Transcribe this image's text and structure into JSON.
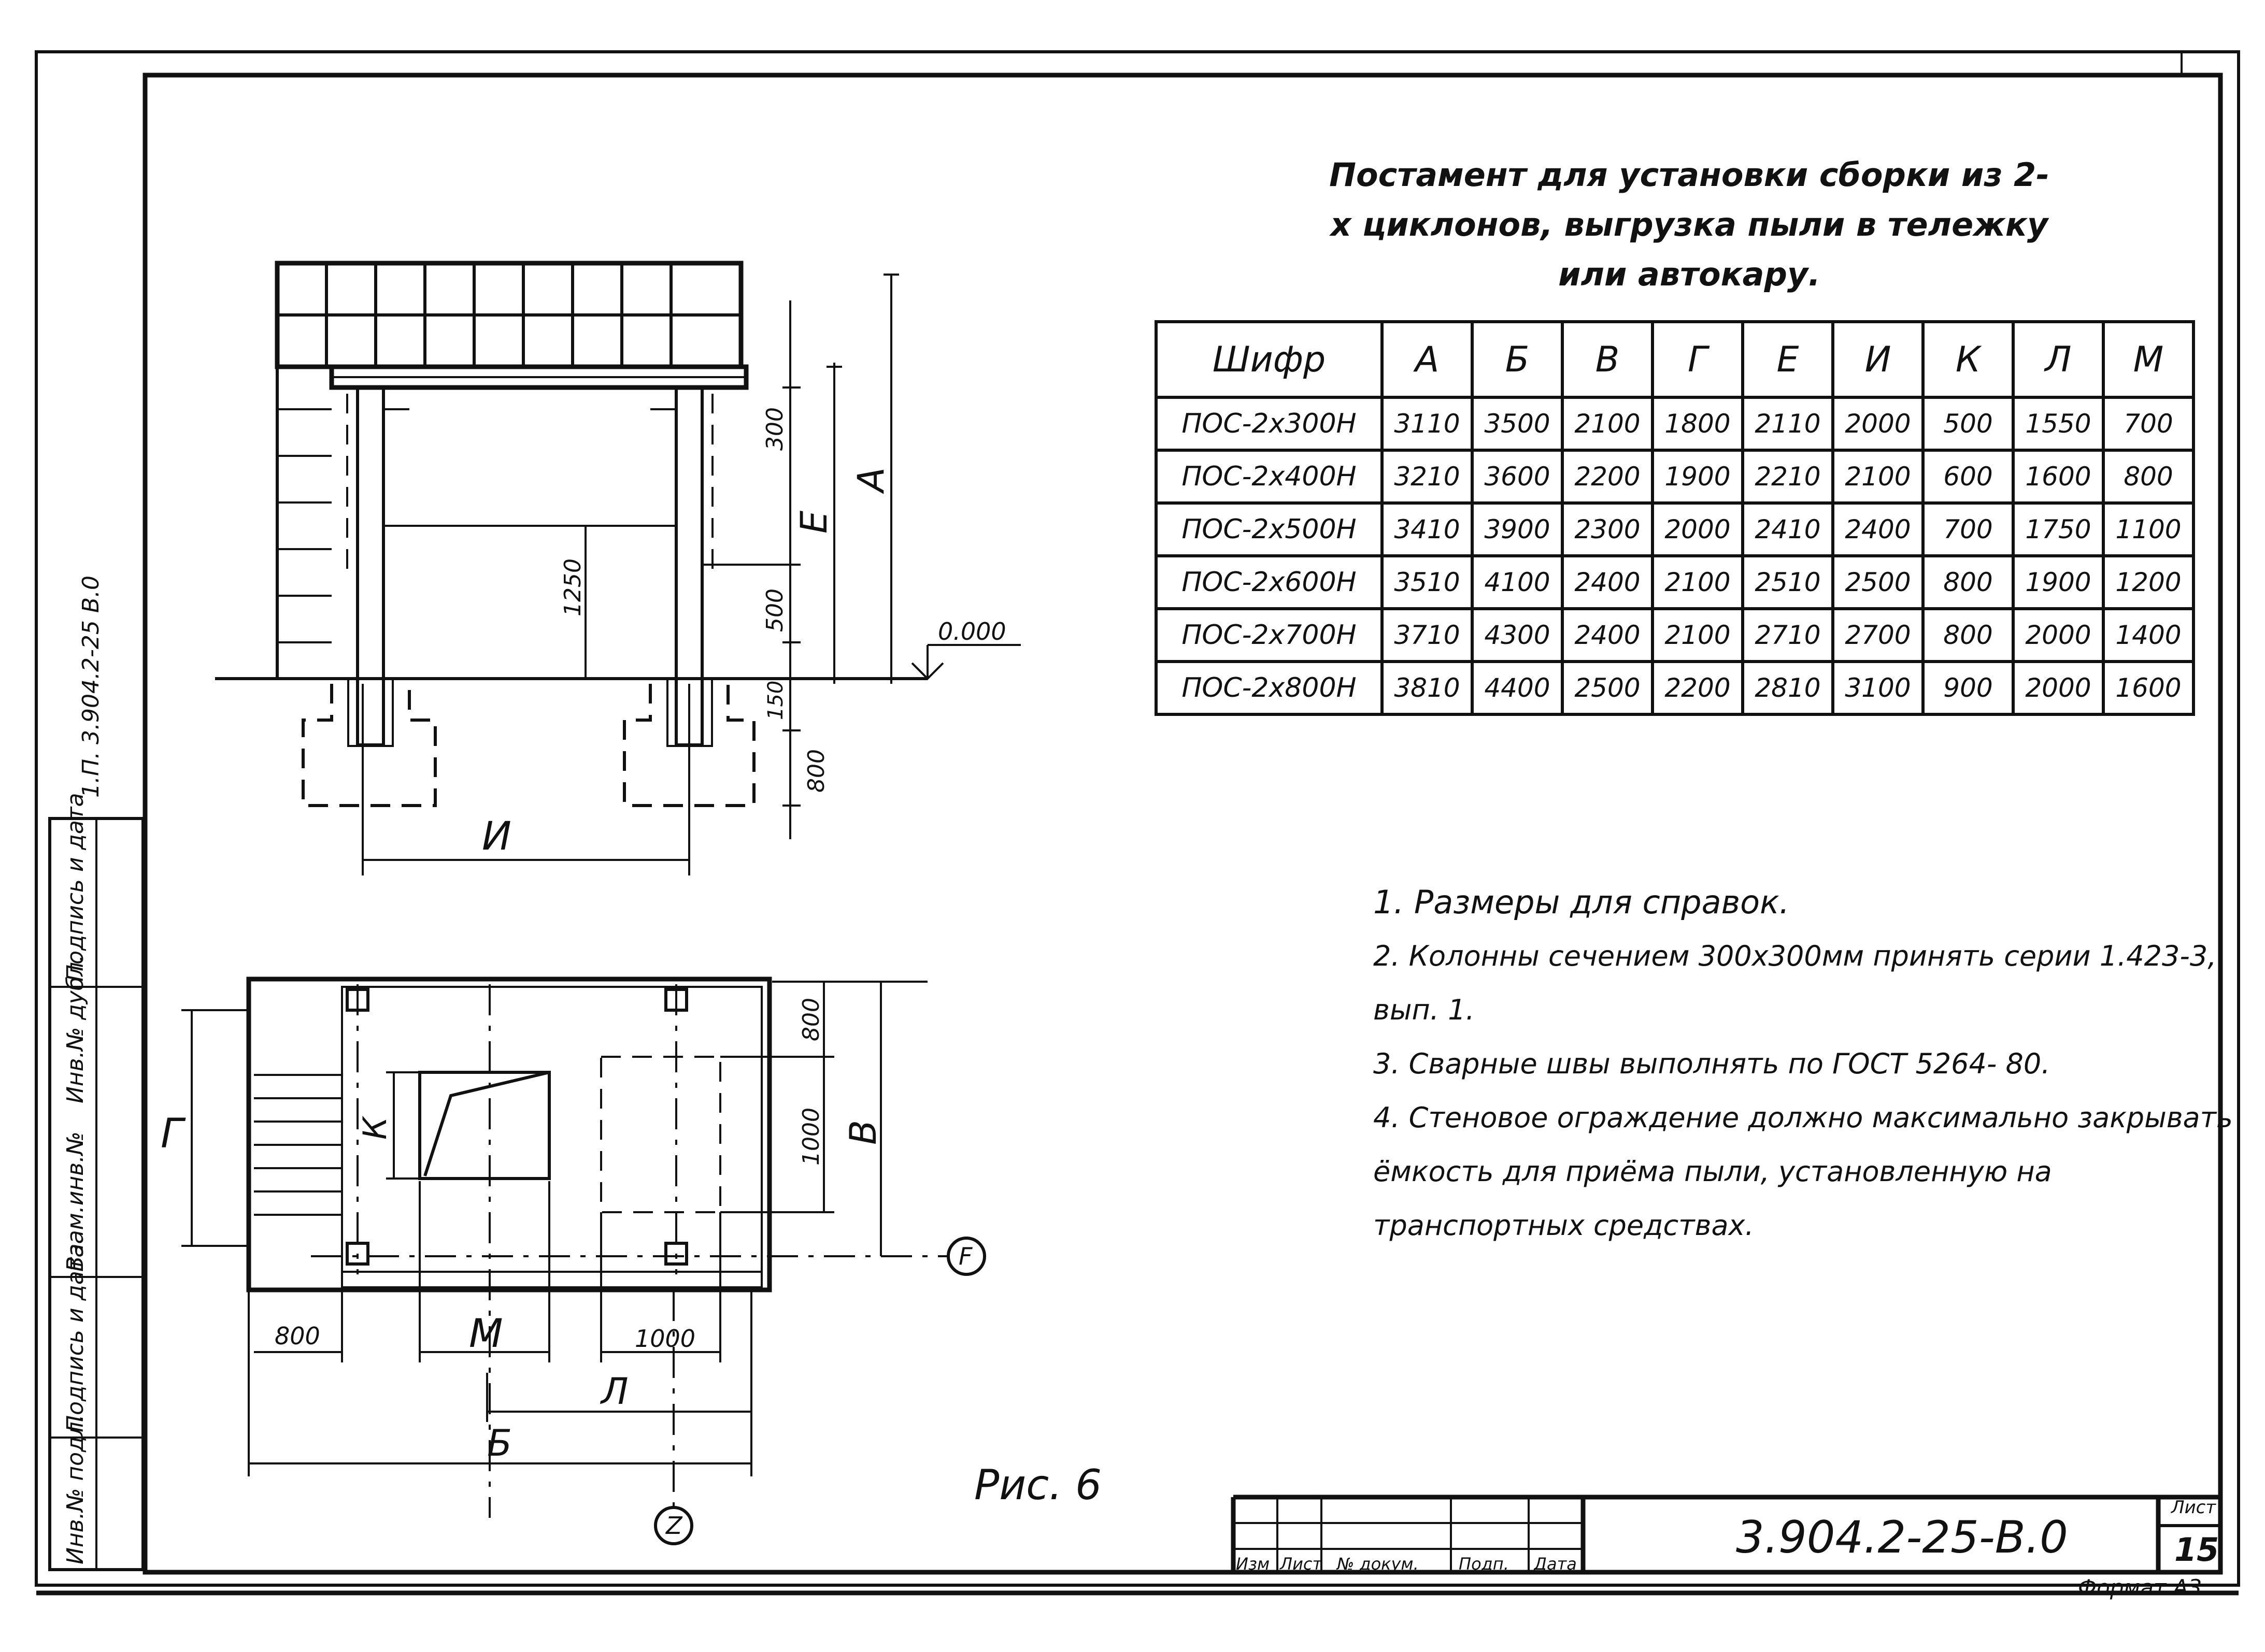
{
  "title": "Постамент для установки сборки из 2- х циклонов, выгрузка пыли в тележку или автокару.",
  "table": {
    "headers": [
      "Шифр",
      "А",
      "Б",
      "В",
      "Г",
      "Е",
      "И",
      "К",
      "Л",
      "М"
    ],
    "rows": [
      [
        "ПОС-2х300Н",
        "3110",
        "3500",
        "2100",
        "1800",
        "2110",
        "2000",
        "500",
        "1550",
        "700"
      ],
      [
        "ПОС-2х400Н",
        "3210",
        "3600",
        "2200",
        "1900",
        "2210",
        "2100",
        "600",
        "1600",
        "800"
      ],
      [
        "ПОС-2х500Н",
        "3410",
        "3900",
        "2300",
        "2000",
        "2410",
        "2400",
        "700",
        "1750",
        "1100"
      ],
      [
        "ПОС-2х600Н",
        "3510",
        "4100",
        "2400",
        "2100",
        "2510",
        "2500",
        "800",
        "1900",
        "1200"
      ],
      [
        "ПОС-2х700Н",
        "3710",
        "4300",
        "2400",
        "2100",
        "2710",
        "2700",
        "800",
        "2000",
        "1400"
      ],
      [
        "ПОС-2х800Н",
        "3810",
        "4400",
        "2500",
        "2200",
        "2810",
        "3100",
        "900",
        "2000",
        "1600"
      ]
    ]
  },
  "notes": [
    "1. Размеры для справок.",
    "2. Колонны сечением 300х300мм принять серии 1.423-3, вып. 1.",
    "3. Сварные швы выполнять по ГОСТ 5264- 80.",
    "4. Стеновое ограждение должно максимально закрывать ёмкость для приёма пыли, установленную на транспортных средствах."
  ],
  "elevation": {
    "dims": {
      "d300": "300",
      "d1250": "1250",
      "d500": "500",
      "d150": "150",
      "d800": "800"
    },
    "letters": {
      "A": "А",
      "E": "Е",
      "I": "И"
    },
    "level": "0.000"
  },
  "plan": {
    "dims": {
      "d800_top": "800",
      "d1000": "1000",
      "d800": "800",
      "d1000_b": "1000"
    },
    "letters": {
      "G": "Г",
      "K": "К",
      "V": "В",
      "M": "М",
      "L": "Л",
      "B": "Б"
    },
    "axes": {
      "F": "F",
      "Z": "Z"
    }
  },
  "figure_label": "Рис. 6",
  "stamp": {
    "code": "3.904.2-25-В.0",
    "sheet_label": "Лист",
    "sheet_number": "15",
    "format": "Формат А3",
    "columns": [
      "Изм",
      "Лист",
      "№ докум.",
      "Подп.",
      "Дата"
    ]
  },
  "sidebar": {
    "doc": "1.П. 3.904.2-25 В.0",
    "fields": [
      "Инв.№ подл.",
      "Подпись и дата",
      "Взам.инв.№",
      "Инв.№ дубл.",
      "Подпись и дата"
    ]
  }
}
